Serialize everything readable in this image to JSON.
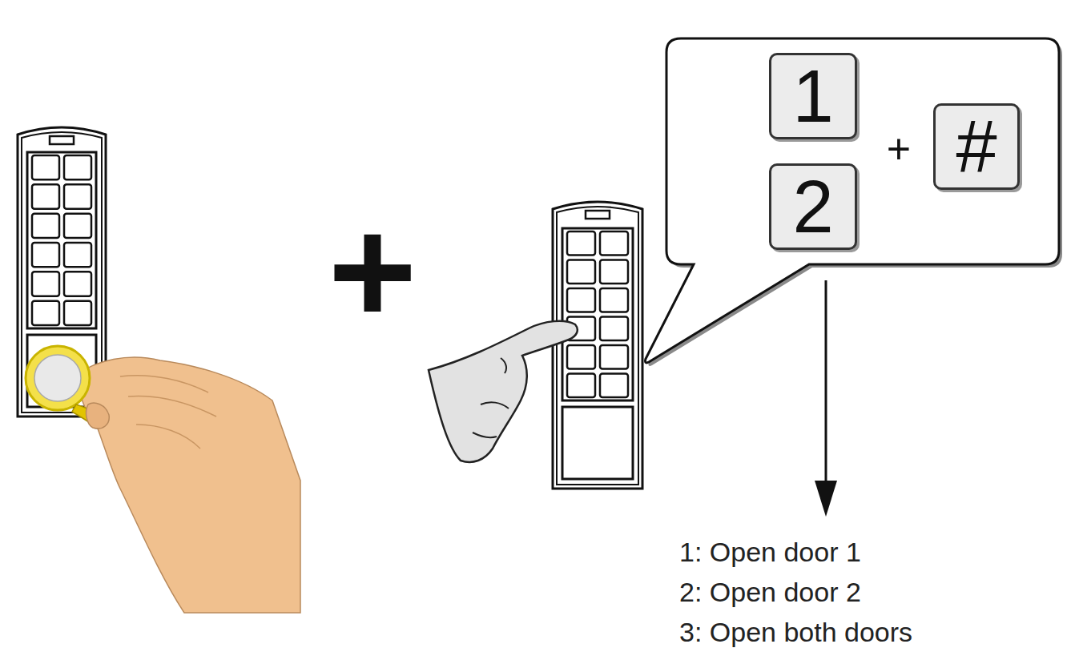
{
  "diagram": {
    "nodes": [
      {
        "text": [
          "1"
        ]
      },
      {
        "text": [
          "2"
        ]
      },
      {
        "text": [
          "#"
        ]
      }
    ],
    "labels": [
      "+",
      "+",
      "1: Open door 1",
      "2: Open door 2",
      "3: Open both doors"
    ]
  }
}
